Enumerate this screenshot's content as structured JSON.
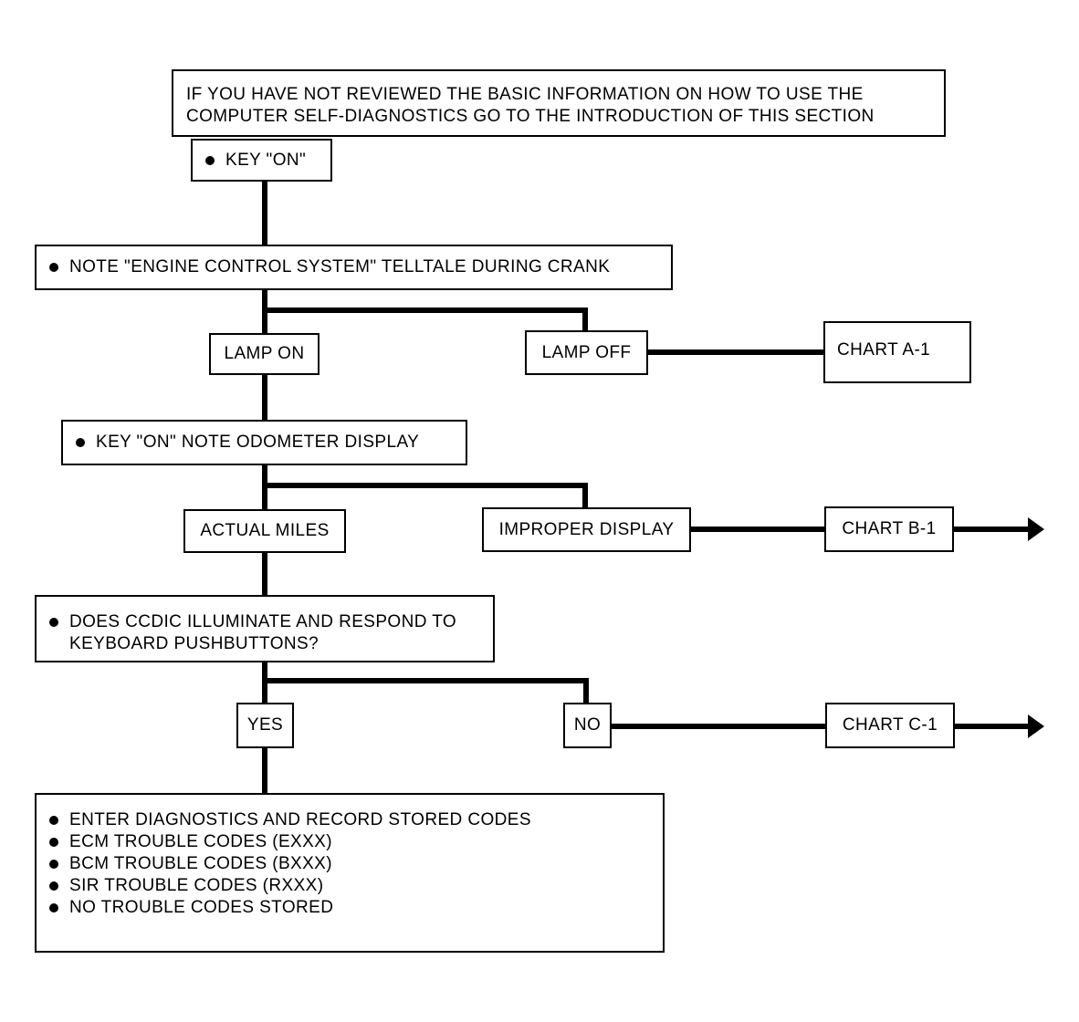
{
  "intro": {
    "lines": [
      "IF YOU HAVE NOT REVIEWED THE BASIC INFORMATION ON HOW TO USE THE",
      "COMPUTER SELF-DIAGNOSTICS GO TO THE INTRODUCTION OF THIS SECTION"
    ]
  },
  "key_on": "KEY \"ON\"",
  "note_telltale": "NOTE \"ENGINE CONTROL SYSTEM\" TELLTALE DURING CRANK",
  "lamp_on": "LAMP ON",
  "lamp_off": "LAMP OFF",
  "chart_a1": "CHART A-1",
  "note_odometer": "KEY \"ON\" NOTE ODOMETER DISPLAY",
  "actual_miles": "ACTUAL MILES",
  "improper_display": "IMPROPER DISPLAY",
  "chart_b1": "CHART B-1",
  "ccdic_question": {
    "lines": [
      "DOES CCDIC ILLUMINATE AND RESPOND TO",
      "KEYBOARD PUSHBUTTONS?"
    ]
  },
  "yes": "YES",
  "no": "NO",
  "chart_c1": "CHART C-1",
  "final_items": [
    "ENTER DIAGNOSTICS AND RECORD STORED CODES",
    "ECM TROUBLE CODES (EXXX)",
    "BCM TROUBLE CODES (BXXX)",
    "SIR TROUBLE CODES (RXXX)",
    "NO TROUBLE CODES STORED"
  ],
  "colors": {
    "ink": "#000000",
    "paper": "#ffffff"
  }
}
